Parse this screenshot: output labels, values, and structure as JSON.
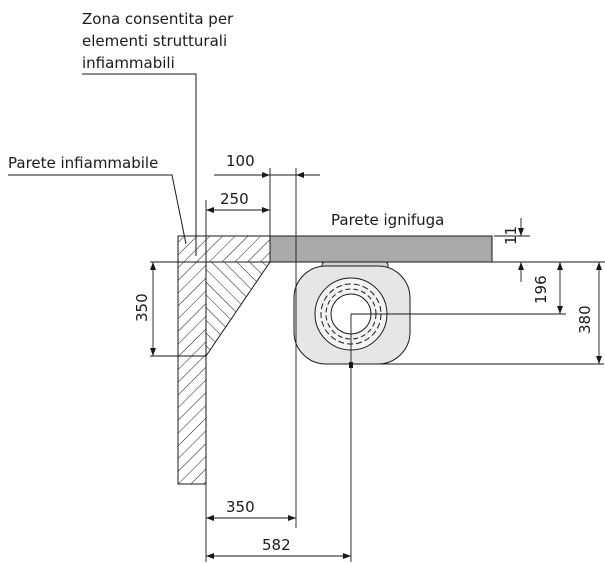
{
  "labels": {
    "zone_line1": "Zona consentita per",
    "zone_line2": "elementi strutturali",
    "zone_line3": "infiammabili",
    "flammable_wall": "Parete infiammabile",
    "fireproof_wall": "Parete ignifuga"
  },
  "dimensions": {
    "d100": "100",
    "d250": "250",
    "d11": "11",
    "d196": "196",
    "d380": "380",
    "d350_left": "350",
    "d350_bottom": "350",
    "d582": "582"
  },
  "colors": {
    "fireproof_wall_fill": "#a9a9a9",
    "device_body_fill": "#e6e6e6",
    "device_top_fill": "#d2d2d2",
    "line": "#1a1a1a"
  }
}
